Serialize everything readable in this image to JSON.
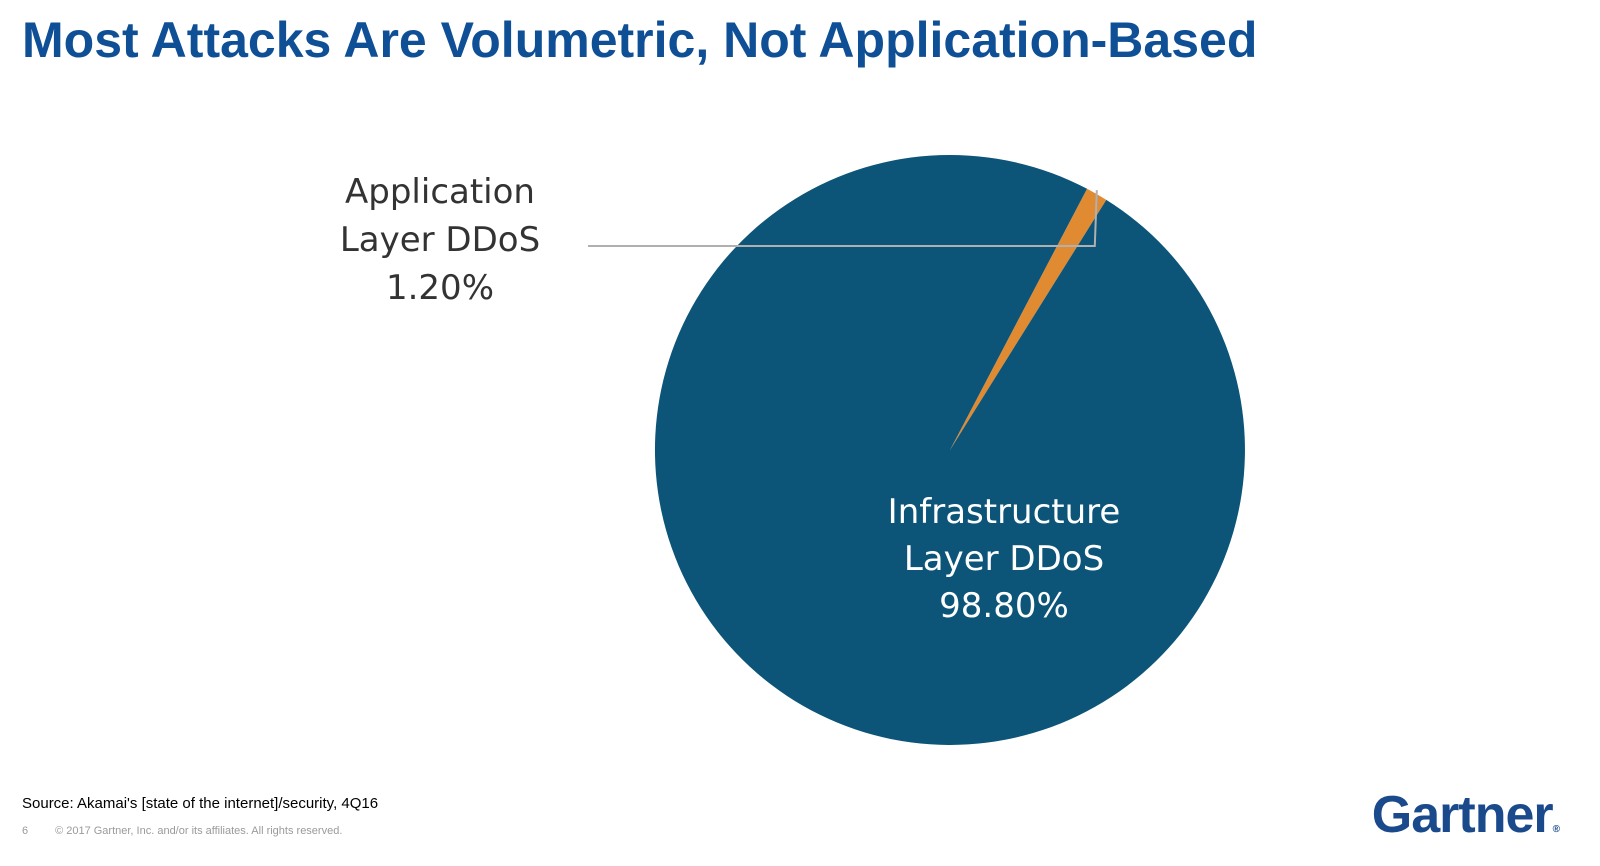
{
  "slide": {
    "title": "Most Attacks Are Volumetric, Not Application-Based",
    "source": "Source: Akamai's [state of the internet]/security, 4Q16",
    "page_number": "6",
    "copyright": "© 2017 Gartner, Inc. and/or its affiliates. All rights reserved.",
    "brand": "Gartner",
    "brand_mark": "®"
  },
  "colors": {
    "title": "#0e4f96",
    "infrastructure": "#0c5478",
    "application": "#e08a32",
    "leader_line": "#b0b0b0"
  },
  "chart_data": {
    "type": "pie",
    "title": "",
    "start_angle_deg": -58,
    "direction": "counterclockwise",
    "slices": [
      {
        "label_lines": [
          "Application",
          "Layer DDoS",
          "1.20%"
        ],
        "value": 1.2,
        "color": "#e08a32",
        "label_position": "outside-left"
      },
      {
        "label_lines": [
          "Infrastructure",
          "Layer DDoS",
          "98.80%"
        ],
        "value": 98.8,
        "color": "#0c5478",
        "label_position": "inside"
      }
    ]
  }
}
